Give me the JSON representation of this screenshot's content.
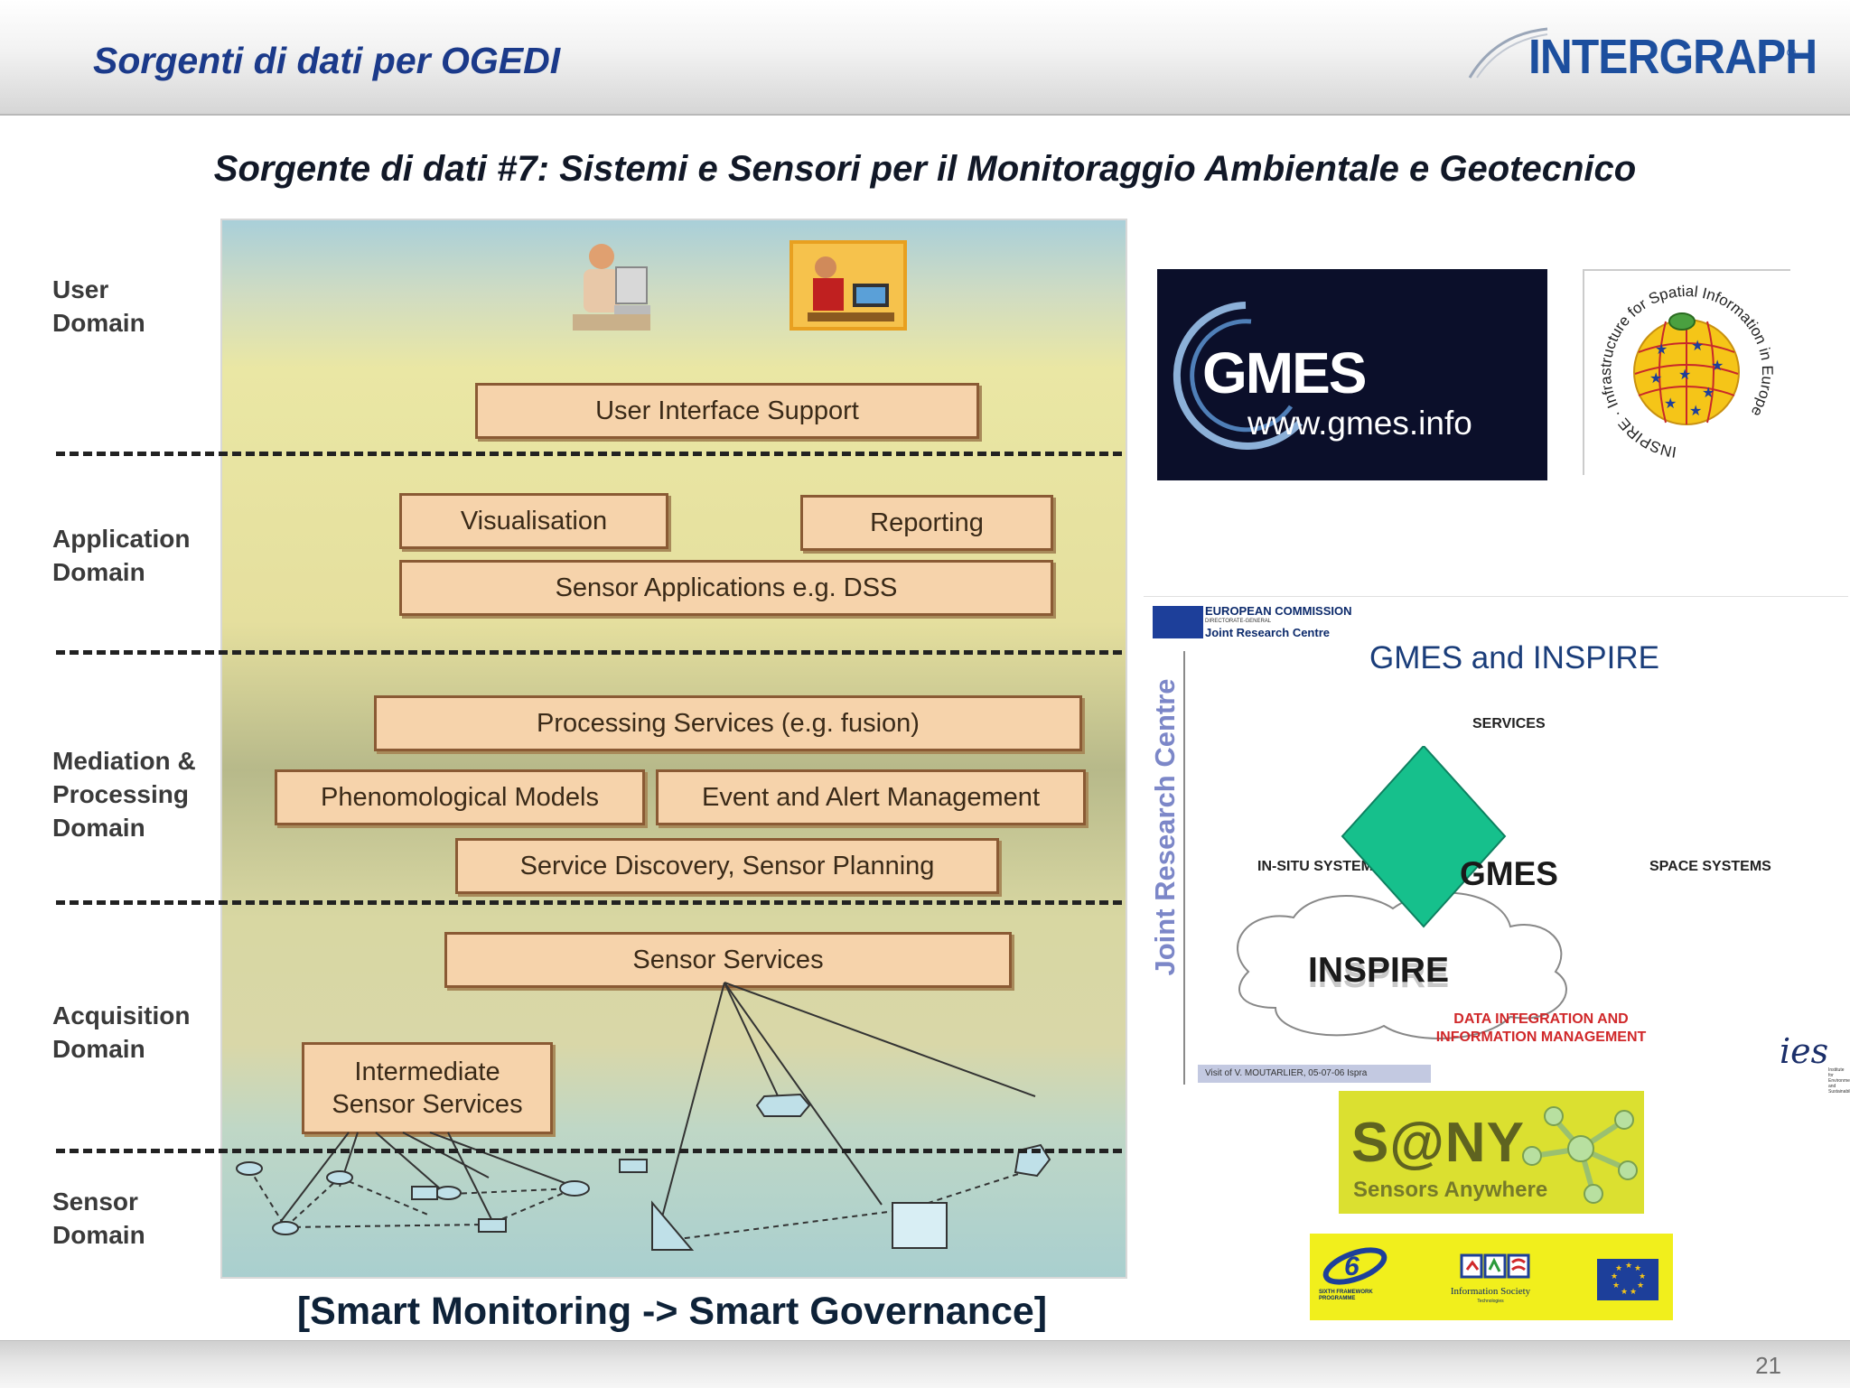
{
  "header": {
    "slide_title": "Sorgenti di dati per OGEDI",
    "brand": "INTERGRAPH",
    "brand_mark": "®"
  },
  "subtitle": "Sorgente di dati #7: Sistemi e Sensori per il Monitoraggio Ambientale e Geotecnico",
  "architecture": {
    "domains": [
      {
        "line1": "User",
        "line2": "Domain",
        "line3": ""
      },
      {
        "line1": "Application",
        "line2": "Domain",
        "line3": ""
      },
      {
        "line1": "Mediation &",
        "line2": "Processing",
        "line3": "Domain"
      },
      {
        "line1": "Acquisition",
        "line2": "Domain",
        "line3": ""
      },
      {
        "line1": "Sensor",
        "line2": "Domain",
        "line3": ""
      }
    ],
    "boxes": {
      "user_interface": "User Interface Support",
      "visualisation": "Visualisation",
      "reporting": "Reporting",
      "sensor_applications": "Sensor Applications e.g. DSS",
      "processing_services": "Processing Services (e.g. fusion)",
      "phenomological_models": "Phenomological Models",
      "event_alert": "Event and Alert Management",
      "service_discovery": "Service Discovery, Sensor Planning",
      "sensor_services": "Sensor Services",
      "intermediate_line1": "Intermediate",
      "intermediate_line2": "Sensor Services"
    }
  },
  "caption": "[Smart Monitoring -> Smart Governance]",
  "gmes_logo": {
    "word": "GMES",
    "url": "www.gmes.info"
  },
  "inspire_badge": {
    "ring_text": "INSPIRE · Infrastructure for Spatial Information in Europe"
  },
  "jrc_panel": {
    "ec": "EUROPEAN COMMISSION",
    "dg": "DIRECTORATE-GENERAL",
    "jrc": "Joint Research Centre",
    "vertical": "Joint Research Centre",
    "title": "GMES and INSPIRE",
    "services": "SERVICES",
    "in_situ": "IN-SITU SYSTEMS",
    "space": "SPACE SYSTEMS",
    "gmes": "GMES",
    "inspire": "INSPIRE",
    "data_line1": "DATA INTEGRATION AND",
    "data_line2": "INFORMATION MANAGEMENT",
    "footer": "Visit of V. MOUTARLIER, 05-07-06 Ispra"
  },
  "ies_logo": {
    "mark": "ies",
    "text": "Institute for Environment and Sustainability"
  },
  "sany_logo": {
    "word": "S@NY",
    "tagline": "Sensors Anywhere"
  },
  "fp6_logo": {
    "fp6": "SIXTH FRAMEWORK PROGRAMME",
    "is_title": "Information Society",
    "is_sub": "Technologies"
  },
  "footer": {
    "page_number": "21"
  },
  "colors": {
    "title_blue": "#1b3a8a",
    "brand_blue": "#1d4f9e",
    "box_fill": "#f6d3ab",
    "gmes_green": "#16c08c",
    "jrc_red": "#d0282a",
    "sany_yellow": "#dbe030",
    "fp6_yellow": "#f1ef1c"
  }
}
